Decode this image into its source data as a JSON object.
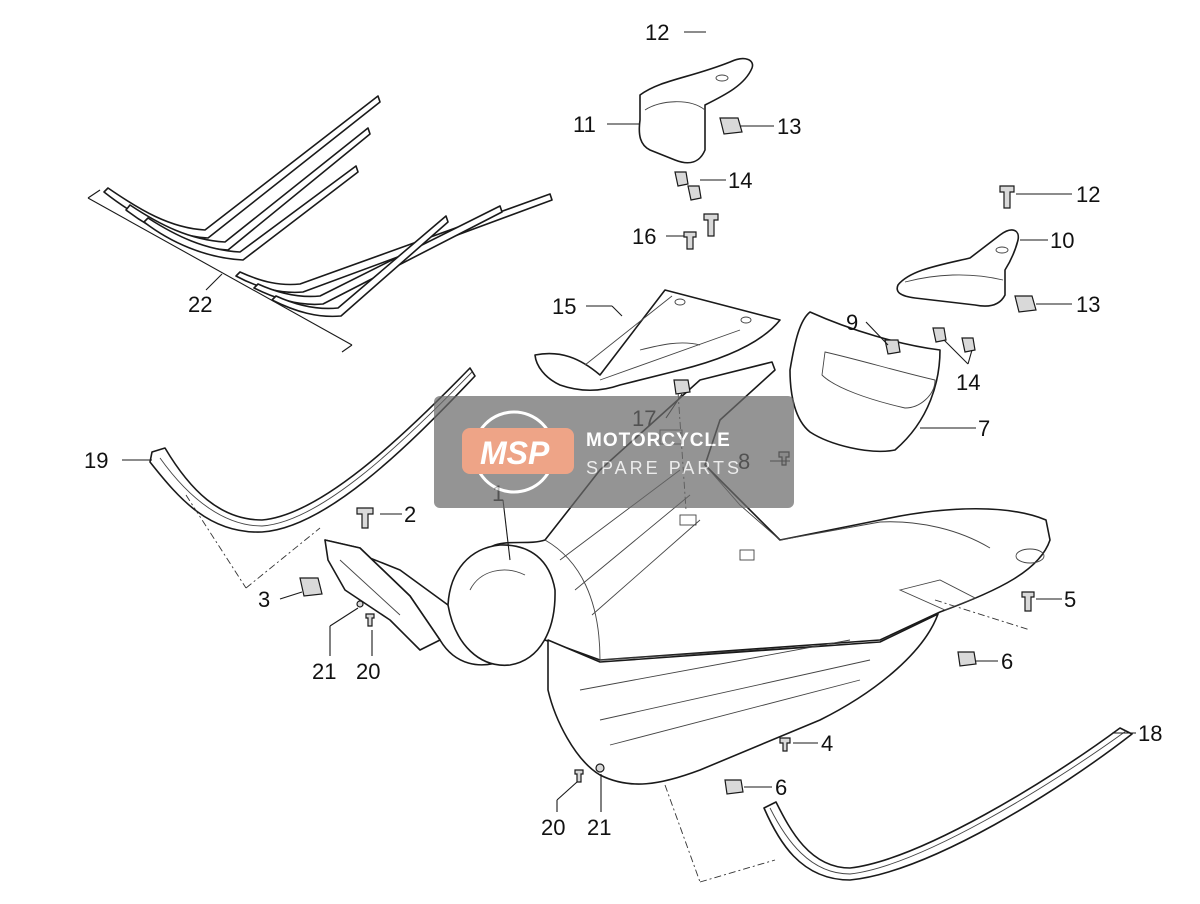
{
  "callouts": [
    {
      "id": "1",
      "label": "1"
    },
    {
      "id": "2",
      "label": "2"
    },
    {
      "id": "3",
      "label": "3"
    },
    {
      "id": "4",
      "label": "4"
    },
    {
      "id": "5",
      "label": "5"
    },
    {
      "id": "6a",
      "label": "6"
    },
    {
      "id": "6b",
      "label": "6"
    },
    {
      "id": "7",
      "label": "7"
    },
    {
      "id": "8",
      "label": "8"
    },
    {
      "id": "9",
      "label": "9"
    },
    {
      "id": "10",
      "label": "10"
    },
    {
      "id": "11",
      "label": "11"
    },
    {
      "id": "12a",
      "label": "12"
    },
    {
      "id": "12b",
      "label": "12"
    },
    {
      "id": "13a",
      "label": "13"
    },
    {
      "id": "13b",
      "label": "13"
    },
    {
      "id": "14a",
      "label": "14"
    },
    {
      "id": "14b",
      "label": "14"
    },
    {
      "id": "15",
      "label": "15"
    },
    {
      "id": "16",
      "label": "16"
    },
    {
      "id": "17",
      "label": "17"
    },
    {
      "id": "18",
      "label": "18"
    },
    {
      "id": "19",
      "label": "19"
    },
    {
      "id": "20a",
      "label": "20"
    },
    {
      "id": "20b",
      "label": "20"
    },
    {
      "id": "21a",
      "label": "21"
    },
    {
      "id": "21b",
      "label": "21"
    },
    {
      "id": "22",
      "label": "22"
    }
  ],
  "watermark": {
    "logo_text": "MSP",
    "line1": "MOTORCYCLE",
    "line2": "SPARE PARTS",
    "color_logo": "#e8825a",
    "color_box": "#6b6b6b"
  }
}
